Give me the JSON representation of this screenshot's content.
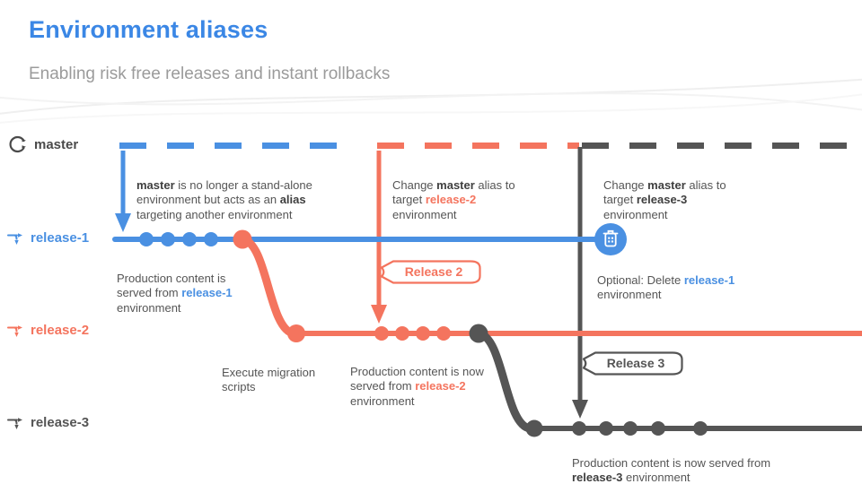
{
  "header": {
    "title": "Environment aliases",
    "subtitle": "Enabling risk free releases and instant rollbacks"
  },
  "branches": {
    "master": "master",
    "release1": "release-1",
    "release2": "release-2",
    "release3": "release-3"
  },
  "badges": {
    "release2": "Release 2",
    "release3": "Release 3"
  },
  "annotations": {
    "master_alias": {
      "b1": "master",
      "t1": " is no longer a stand-alone environment but acts as an ",
      "b2": "alias",
      "t2": " targeting another environment"
    },
    "change_r2": {
      "t1": "Change ",
      "b1": "master",
      "t2": " alias to target ",
      "hl": "release-2",
      "t3": " environment"
    },
    "change_r3": {
      "t1": "Change ",
      "b1": "master",
      "t2": " alias to target ",
      "hl": "release-3",
      "t3": " environment"
    },
    "prod_r1": {
      "t1": "Production content is served from ",
      "hl": "release-1",
      "t2": " environment"
    },
    "delete_r1": {
      "t1": "Optional: Delete ",
      "hl": "release-1",
      "t2": " environment"
    },
    "migration": "Execute migration scripts",
    "prod_r2": {
      "t1": "Production content is now served from ",
      "hl": "release-2",
      "t2": " environment"
    },
    "prod_r3": {
      "t1": "Production content is now served from ",
      "hl": "release-3",
      "t2": " environment"
    }
  },
  "colors": {
    "blue": "#4A90E2",
    "salmon": "#F4745E",
    "dark": "#555555",
    "title_blue": "#3B87E5",
    "subtitle_gray": "#9B9B9B",
    "text_gray": "#555555"
  }
}
